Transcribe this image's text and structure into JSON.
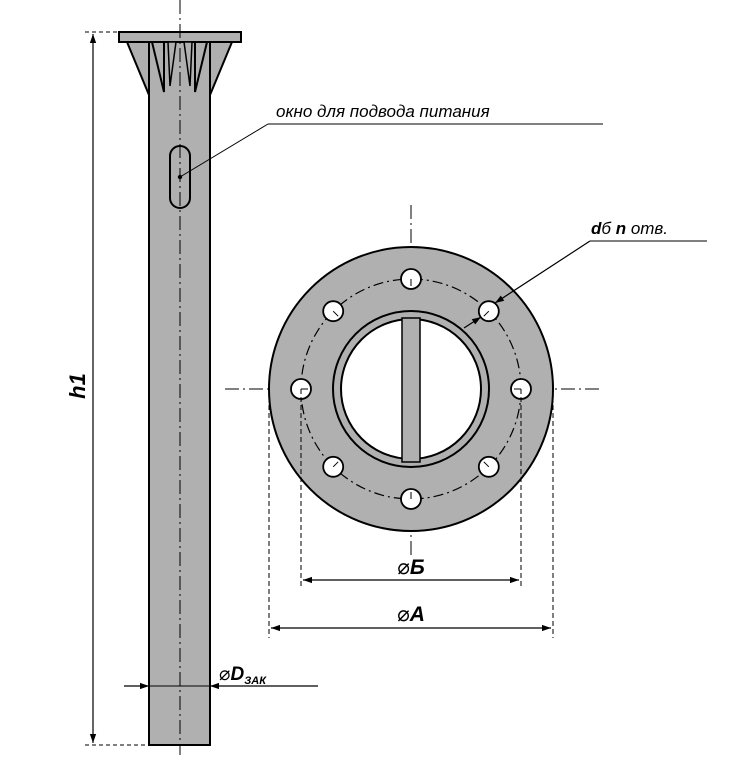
{
  "labels": {
    "window_note": "окно для подвода питания",
    "holes_d": "d",
    "holes_d_sub": "б",
    "holes_n": "n",
    "holes_rest": "отв.",
    "height": "h1",
    "diam_b_symbol": "⌀",
    "diam_b": "Б",
    "diam_a_symbol": "⌀",
    "diam_a": "А",
    "diam_d_symbol": "⌀",
    "diam_d": "D",
    "diam_d_sub": "ЗАК"
  },
  "colors": {
    "metal": "#b0b0b0",
    "outline": "#000000",
    "hole": "#ffffff"
  },
  "flange": {
    "bolt_hole_count": 8
  }
}
